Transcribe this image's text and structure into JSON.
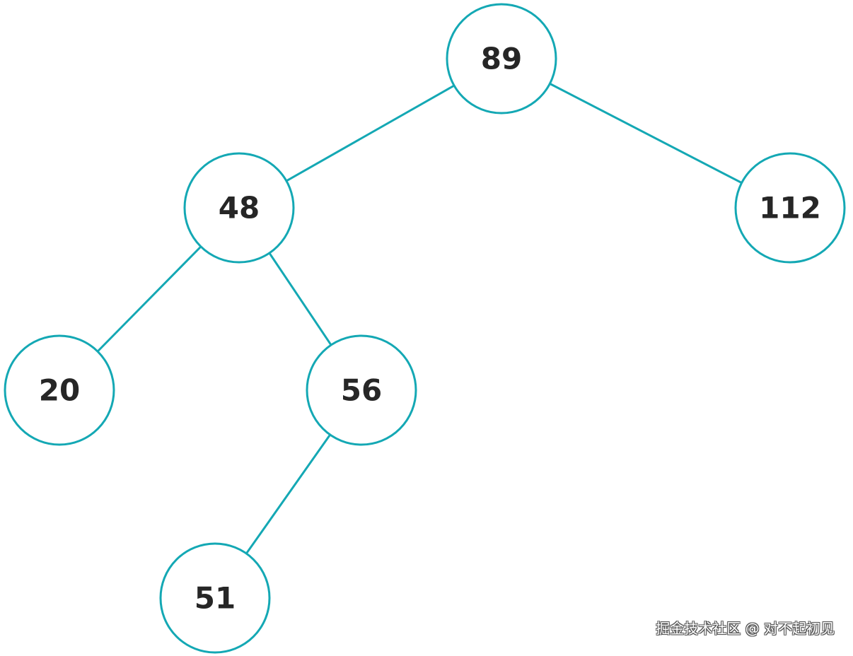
{
  "diagram": {
    "type": "binary-tree",
    "colors": {
      "stroke": "#14a8b4",
      "text": "#262626",
      "background": "#ffffff"
    },
    "nodes": [
      {
        "id": "n89",
        "label": "89"
      },
      {
        "id": "n48",
        "label": "48"
      },
      {
        "id": "n112",
        "label": "112"
      },
      {
        "id": "n20",
        "label": "20"
      },
      {
        "id": "n56",
        "label": "56"
      },
      {
        "id": "n51",
        "label": "51"
      }
    ],
    "edges": [
      {
        "from": "n89",
        "to": "n48"
      },
      {
        "from": "n89",
        "to": "n112"
      },
      {
        "from": "n48",
        "to": "n20"
      },
      {
        "from": "n48",
        "to": "n56"
      },
      {
        "from": "n56",
        "to": "n51"
      }
    ]
  },
  "watermark": {
    "text": "掘金技术社区 @ 对不起初见"
  }
}
